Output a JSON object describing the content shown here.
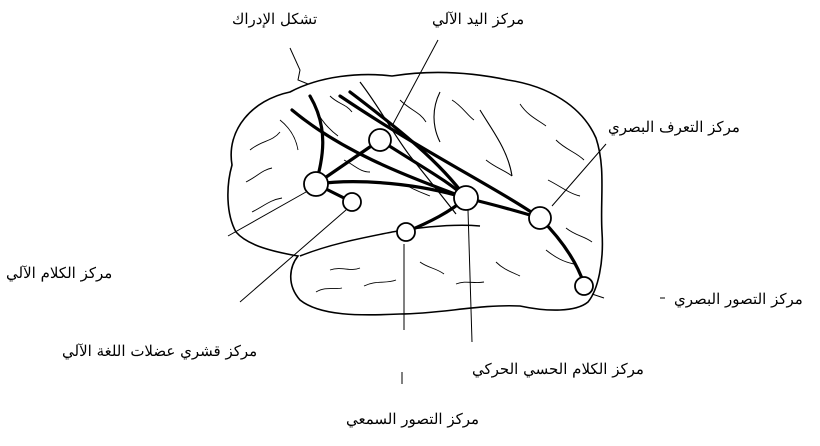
{
  "labels": {
    "perception_formation": "تشكل الإدراك",
    "automatic_hand_center": "مركز اليد الآلي",
    "visual_recognition_center": "مركز التعرف البصري",
    "automatic_speech_center": "مركز الكلام الآلي",
    "visual_imagery_center": "مركز التصور البصري",
    "cortical_speech_muscles_center": "مركز قشري عضلات اللغة الآلي",
    "sensorimotor_speech_center": "مركز الكلام الحسي الحركي",
    "auditory_imagery_center": "مركز التصور السمعي"
  },
  "colors": {
    "ink": "#000000",
    "background": "#ffffff"
  }
}
